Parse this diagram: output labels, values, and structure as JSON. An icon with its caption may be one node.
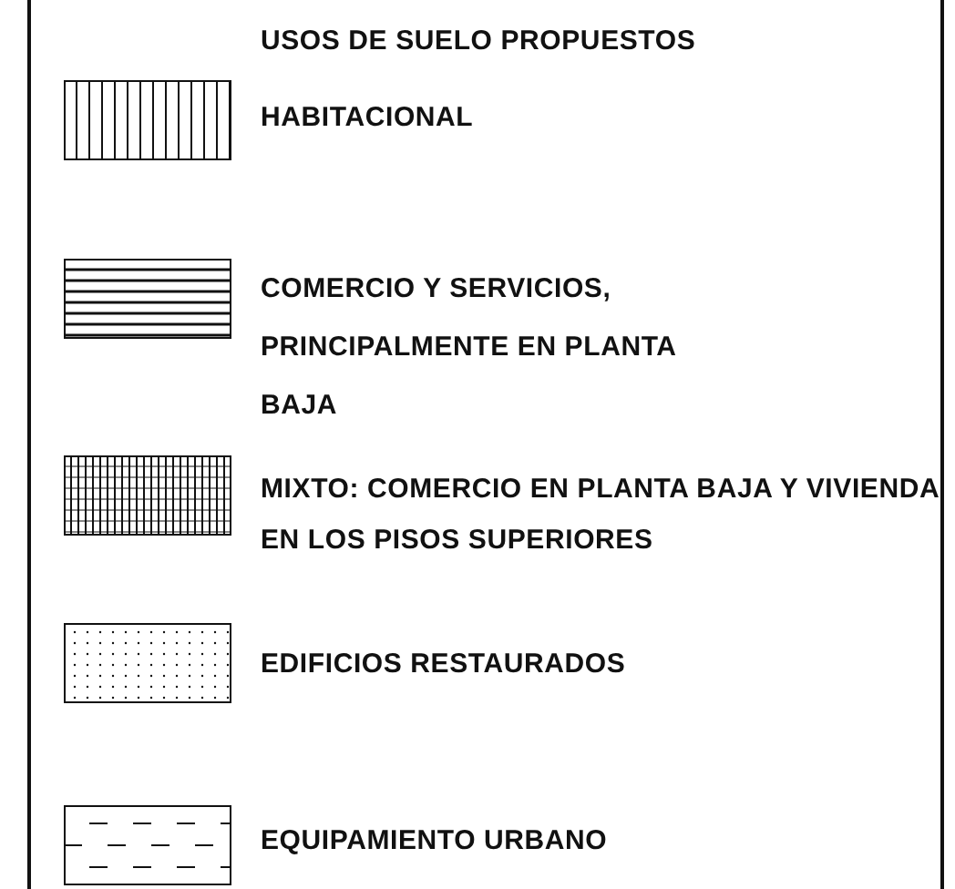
{
  "diagram": {
    "title": "USOS DE SUELO PROPUESTOS",
    "legend": [
      {
        "text": "HABITACIONAL"
      },
      {
        "text": "COMERCIO Y SERVICIOS, PRINCIPALMENTE EN PLANTA BAJA"
      },
      {
        "text": "MIXTO: COMERCIO EN PLANTA BAJA Y VIVIENDA EN LOS PISOS SUPERIORES"
      },
      {
        "text": "EDIFICIOS RESTAURADOS"
      },
      {
        "text": "EQUIPAMIENTO URBANO"
      }
    ]
  }
}
